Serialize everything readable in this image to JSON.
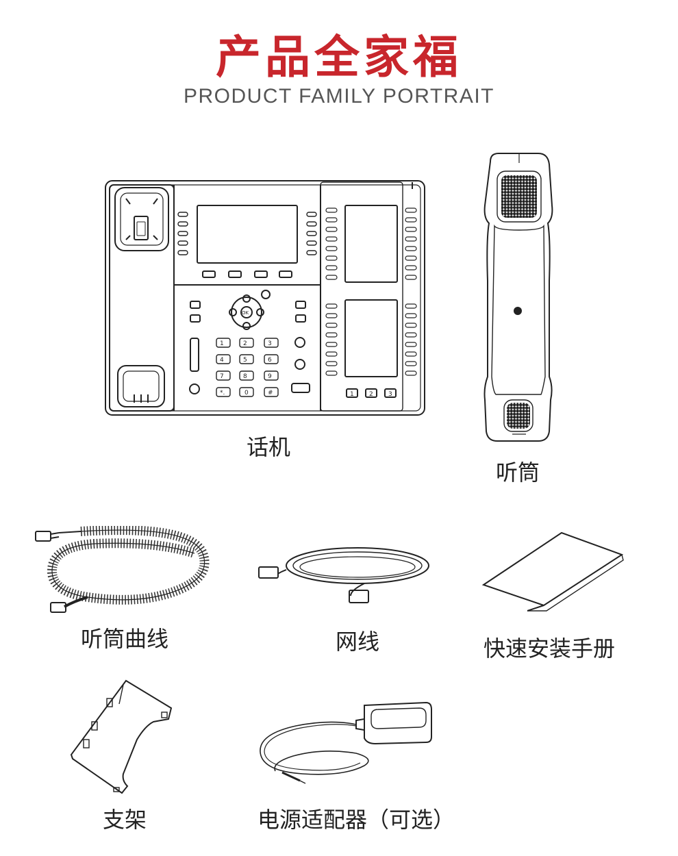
{
  "header": {
    "title": "产品全家福",
    "subtitle": "PRODUCT FAMILY PORTRAIT"
  },
  "items": {
    "phone": "话机",
    "handset": "听筒",
    "handset_cord": "听筒曲线",
    "network_cable": "网线",
    "quick_guide": "快速安装手册",
    "stand": "支架",
    "power_adapter": "电源适配器（可选）"
  },
  "phone_keys": {
    "digits": [
      "1",
      "2",
      "3",
      "4",
      "5",
      "6",
      "7",
      "8",
      "9",
      "*.",
      "0",
      "#"
    ],
    "nav_ok": "OK",
    "expansion_pages": [
      "1",
      "2",
      "3"
    ]
  },
  "colors": {
    "title": "#c8262c",
    "line": "#222222"
  }
}
